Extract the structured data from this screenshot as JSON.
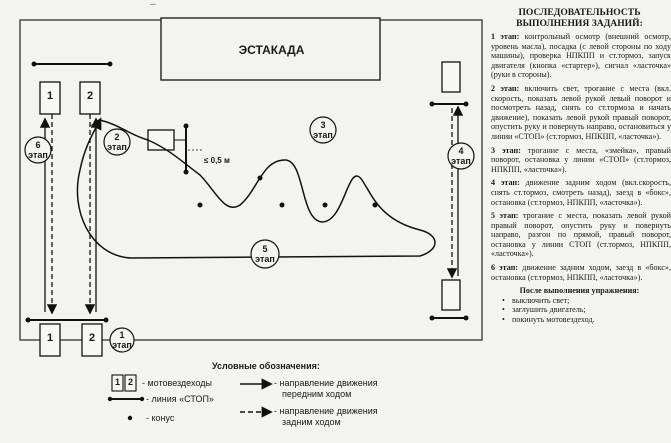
{
  "diagram": {
    "top_cut_text": "...",
    "estakada": "ЭСТАКАДА",
    "boxes_left_top": [
      "1",
      "2"
    ],
    "boxes_left_bottom": [
      "1",
      "2"
    ],
    "stages": [
      {
        "num": "1",
        "word": "этап"
      },
      {
        "num": "2",
        "word": "этап"
      },
      {
        "num": "3",
        "word": "этап"
      },
      {
        "num": "4",
        "word": "этап"
      },
      {
        "num": "5",
        "word": "этап"
      },
      {
        "num": "6",
        "word": "этап"
      }
    ],
    "distance": "≤ 0,5 м",
    "legend": {
      "title": "Условные обозначения:",
      "box1": "1",
      "box2": "2",
      "moto": "- мотовездеходы",
      "stop": "- линия «СТОП»",
      "cone": "- конус",
      "forward": "- направление движения передним ходом",
      "forward_l1": "- направление движения",
      "forward_l2": "передним ходом",
      "reverse_l1": "- направление движения",
      "reverse_l2": "задним ходом"
    }
  },
  "instructions": {
    "title_l1": "ПОСЛЕДОВАТЕЛЬНОСТЬ",
    "title_l2": "ВЫПОЛНЕНИЯ ЗАДАНИЙ:",
    "stage1_head": "1 этап:",
    "stage1_body": "контрольный осмотр (внешний осмотр, уровень масла), посадка (с левой стороны по ходу машины), проверка НПКПП и ст.тормоз, запуск двигателя (кнопка «стартер»), сигнал «ласточка» (руки в стороны).",
    "stage2_head": "2 этап:",
    "stage2_body": "включить свет, трогание с места (вкл. скорость, показать левой рукой левый поворот и посмотреть назад, снять со ст.тормоза и начать движение), показать левой рукой правый поворот, опустить руку и повернуть направо, остановиться у линии «СТОП» (ст.тормоз, НПКПП, «ласточка»).",
    "stage3_head": "3 этап:",
    "stage3_body": "трогание с места, «змейка», правый поворот, остановка у линии «СТОП» (ст.тормоз, НПКПП, «ласточка»).",
    "stage4_head": "4 этап:",
    "stage4_body": "движение задним ходом (вкл.скорость, снять ст.тормоз, смотреть назад), заезд в «бокс», остановка (ст.тормоз, НПКПП, «ласточка»).",
    "stage5_head": "5 этап:",
    "stage5_body": "трогание с места, показать левой рукой правый поворот, опустить руку и повернуть направо, разгон по прямой, правый поворот, остановка у линии СТОП (ст.тормоз, НПКПП, «ласточка»).",
    "stage6_head": "6 этап:",
    "stage6_body": "движение задним ходом, заезд в «бокс», остановка (ст.тормоз, НПКПП, «ласточка»).",
    "after_head": "После выполнения упражнения:",
    "after_items": [
      "выключить свет;",
      "заглушить двигатель;",
      "покинуть мотовездеход."
    ]
  }
}
